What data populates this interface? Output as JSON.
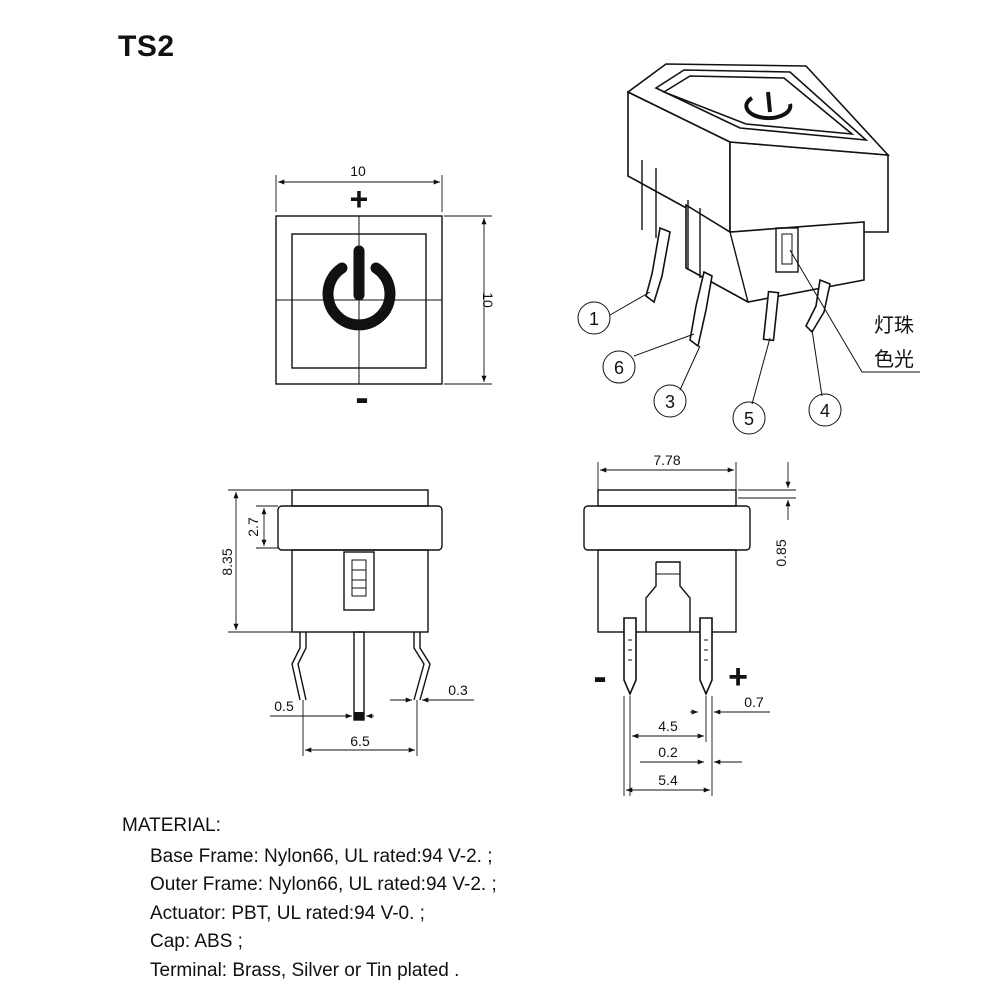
{
  "title": "TS2",
  "front_view": {
    "dim_width": "10",
    "dim_height": "10",
    "plus_mark": "+",
    "minus_mark": "-"
  },
  "iso_view": {
    "pins": [
      "1",
      "6",
      "3",
      "5",
      "4"
    ],
    "callout_line1": "灯珠",
    "callout_line2": "色光"
  },
  "side_view": {
    "dim_total_height": "8.35",
    "dim_cap_height": "2.7",
    "dim_lead_left": "0.5",
    "dim_lead_right": "0.3",
    "dim_pitch": "6.5"
  },
  "rear_view": {
    "dim_cap_width": "7.78",
    "dim_step": "0.85",
    "dim_pin_width": "0.7",
    "dim_pin_span": "4.5",
    "dim_pin_offset": "0.2",
    "dim_outer_span": "5.4",
    "minus_mark": "-",
    "plus_mark": "+"
  },
  "material": {
    "heading": "MATERIAL:",
    "items": [
      "Base Frame: Nylon66, UL rated:94 V-2. ;",
      "Outer Frame: Nylon66, UL rated:94 V-2. ;",
      "Actuator: PBT, UL rated:94 V-0. ;",
      "Cap:  ABS ;",
      "Terminal: Brass, Silver or Tin plated ."
    ]
  }
}
